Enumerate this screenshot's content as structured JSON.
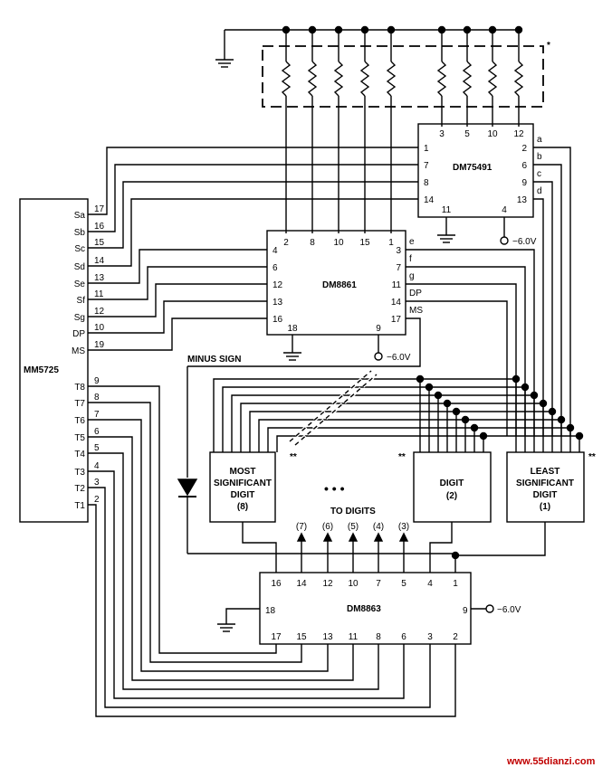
{
  "chips": {
    "mm5725": {
      "name": "MM5725",
      "left_pins": [
        {
          "sig": "Sa",
          "num": "17"
        },
        {
          "sig": "Sb",
          "num": "16"
        },
        {
          "sig": "Sc",
          "num": "15"
        },
        {
          "sig": "Sd",
          "num": "14"
        },
        {
          "sig": "Se",
          "num": "13"
        },
        {
          "sig": "Sf",
          "num": "11"
        },
        {
          "sig": "Sg",
          "num": "12"
        },
        {
          "sig": "DP",
          "num": "10"
        },
        {
          "sig": "MS",
          "num": "19"
        },
        {
          "sig": "T8",
          "num": "9"
        },
        {
          "sig": "T7",
          "num": "8"
        },
        {
          "sig": "T6",
          "num": "7"
        },
        {
          "sig": "T5",
          "num": "6"
        },
        {
          "sig": "T4",
          "num": "5"
        },
        {
          "sig": "T3",
          "num": "4"
        },
        {
          "sig": "T2",
          "num": "3"
        },
        {
          "sig": "T1",
          "num": "2"
        }
      ]
    },
    "dm75491": {
      "name": "DM75491",
      "top_pins": [
        "3",
        "5",
        "10",
        "12"
      ],
      "left_pins": [
        "1",
        "7",
        "8",
        "14"
      ],
      "right_pins": [
        "2",
        "6",
        "9",
        "13"
      ],
      "right_labels": [
        "a",
        "b",
        "c",
        "d"
      ],
      "bottom_pins": [
        "11",
        "4"
      ],
      "supply": "−6.0V"
    },
    "dm8861": {
      "name": "DM8861",
      "top_pins": [
        "2",
        "8",
        "10",
        "15",
        "1"
      ],
      "left_pins": [
        "4",
        "6",
        "12",
        "13",
        "16"
      ],
      "right_pins": [
        "3",
        "7",
        "11",
        "14",
        "17"
      ],
      "right_labels": [
        "e",
        "f",
        "g",
        "DP",
        "MS"
      ],
      "bottom_pins": [
        "18",
        "9"
      ],
      "supply": "−6.0V"
    },
    "dm8863": {
      "name": "DM8863",
      "top_pins": [
        "16",
        "14",
        "12",
        "10",
        "7",
        "5",
        "4",
        "1"
      ],
      "bottom_pins": [
        "17",
        "15",
        "13",
        "11",
        "8",
        "6",
        "3",
        "2"
      ],
      "left_pin": "18",
      "right_pin": "9",
      "supply": "−6.0V"
    }
  },
  "digits": {
    "most": {
      "line1": "MOST",
      "line2": "SIGNIFICANT",
      "line3": "DIGIT",
      "line4": "(8)"
    },
    "digit2": {
      "line1": "DIGIT",
      "line2": "(2)"
    },
    "least": {
      "line1": "LEAST",
      "line2": "SIGNIFICANT",
      "line3": "DIGIT",
      "line4": "(1)"
    }
  },
  "labels": {
    "minus_sign": "MINUS SIGN",
    "to_digits": "TO DIGITS",
    "ellipsis": "•  •  •",
    "digit_numbers": [
      "(7)",
      "(6)",
      "(5)",
      "(4)",
      "(3)"
    ],
    "star": "*",
    "double_star": "**",
    "watermark": "www.55dianzi.com"
  }
}
